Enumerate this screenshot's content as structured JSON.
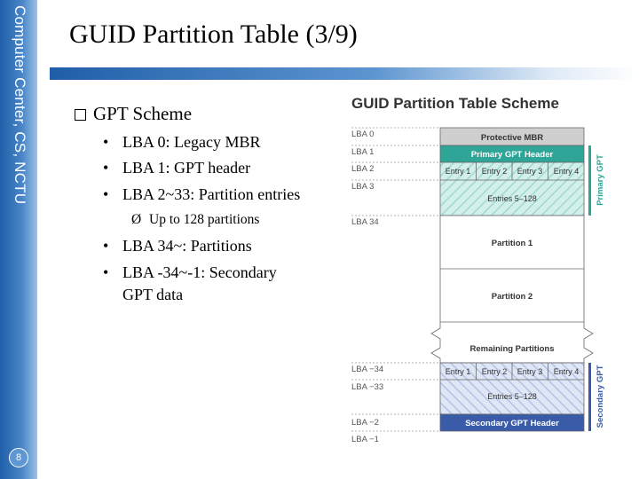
{
  "sidebar": {
    "label": "Computer Center, CS, NCTU",
    "page_number": "8"
  },
  "slide": {
    "title": "GUID Partition Table (3/9)",
    "section": "GPT Scheme",
    "bullets": [
      "LBA 0: Legacy MBR",
      "LBA 1: GPT header",
      "LBA 2~33: Partition entries"
    ],
    "sub_bullet": "Up to 128 partitions",
    "bullets2": [
      "LBA 34~: Partitions",
      "LBA -34~-1: Secondary",
      "GPT data"
    ]
  },
  "figure": {
    "title": "GUID Partition Table Scheme",
    "lba_labels": [
      "LBA 0",
      "LBA 1",
      "LBA 2",
      "LBA 3",
      "LBA 34",
      "LBA −34",
      "LBA −33",
      "LBA −2",
      "LBA −1"
    ],
    "protective_mbr": "Protective MBR",
    "primary_header": "Primary GPT Header",
    "entries": [
      "Entry 1",
      "Entry 2",
      "Entry 3",
      "Entry 4"
    ],
    "entries_rest": "Entries 5–128",
    "partition_1": "Partition 1",
    "partition_2": "Partition 2",
    "remaining": "Remaining Partitions",
    "secondary_entries": [
      "Entry 1",
      "Entry 2",
      "Entry 3",
      "Entry 4"
    ],
    "secondary_entries_rest": "Entries 5–128",
    "secondary_header": "Secondary GPT Header",
    "primary_side_label": "Primary GPT",
    "secondary_side_label": "Secondary GPT",
    "colors": {
      "teal": "#2ea597",
      "teal_light": "#d3efec",
      "blue": "#3a5ca8",
      "blue_light": "#dfe6f5",
      "gray": "#cfcfcf"
    }
  }
}
